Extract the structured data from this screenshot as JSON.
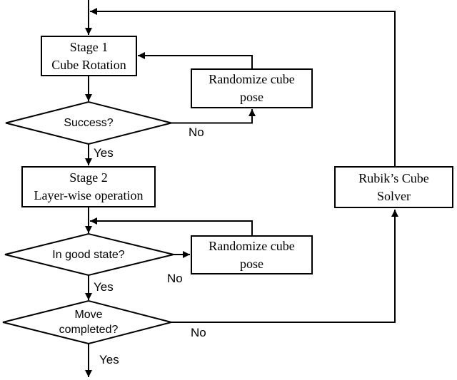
{
  "colors": {
    "line": "#000000",
    "background": "#ffffff",
    "text": "#000000"
  },
  "nodes": {
    "stage1": {
      "line1": "Stage 1",
      "line2": "Cube Rotation"
    },
    "randomize_top": {
      "line1": "Randomize cube",
      "line2": "pose"
    },
    "stage2": {
      "line1": "Stage 2",
      "line2": "Layer-wise operation"
    },
    "randomize_mid": {
      "line1": "Randomize cube",
      "line2": "pose"
    },
    "solver": {
      "line1": "Rubik’s Cube",
      "line2": "Solver"
    },
    "success": {
      "label": "Success?"
    },
    "good_state": {
      "label": "In good state?"
    },
    "move_completed": {
      "line1": "Move",
      "line2": "completed?"
    }
  },
  "edge_labels": {
    "success_yes": "Yes",
    "success_no": "No",
    "good_state_yes": "Yes",
    "good_state_no": "No",
    "move_completed_yes": "Yes",
    "move_completed_no": "No"
  }
}
